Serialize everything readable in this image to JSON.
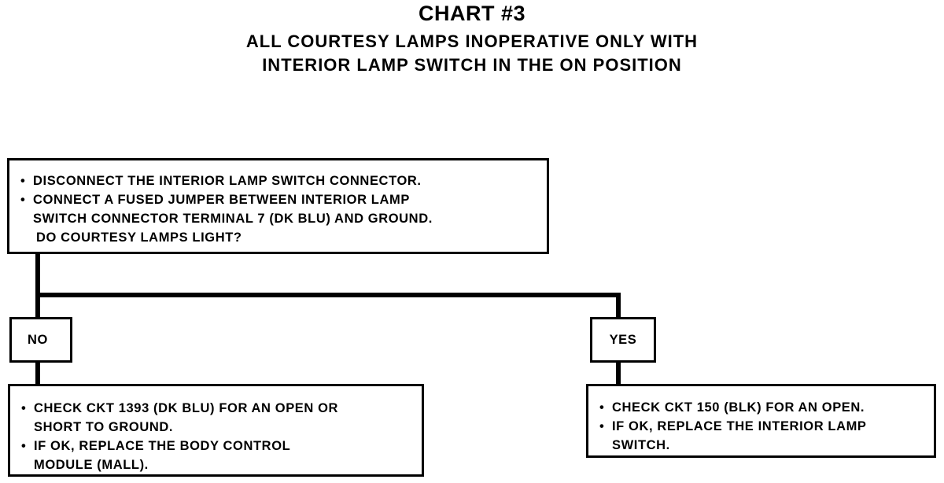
{
  "header": {
    "title": "CHART #3",
    "subtitle_line1": "ALL COURTESY LAMPS INOPERATIVE ONLY WITH",
    "subtitle_line2": "INTERIOR LAMP SWITCH IN THE ON POSITION"
  },
  "start": {
    "step1": "DISCONNECT THE INTERIOR LAMP SWITCH CONNECTOR.",
    "step2_line1": "CONNECT A FUSED JUMPER BETWEEN INTERIOR LAMP",
    "step2_line2": "SWITCH CONNECTOR TERMINAL 7 (DK BLU) AND GROUND.",
    "question": "DO COURTESY LAMPS LIGHT?"
  },
  "branches": {
    "no_label": "NO",
    "yes_label": "YES"
  },
  "no_action": {
    "step1_line1": "CHECK CKT 1393 (DK BLU) FOR AN OPEN OR",
    "step1_line2": "SHORT TO GROUND.",
    "step2_line1": "IF OK, REPLACE THE BODY CONTROL",
    "step2_line2": "MODULE (MALL)."
  },
  "yes_action": {
    "step1": "CHECK CKT 150 (BLK) FOR AN OPEN.",
    "step2_line1": "IF OK, REPLACE THE INTERIOR LAMP",
    "step2_line2": "SWITCH."
  }
}
